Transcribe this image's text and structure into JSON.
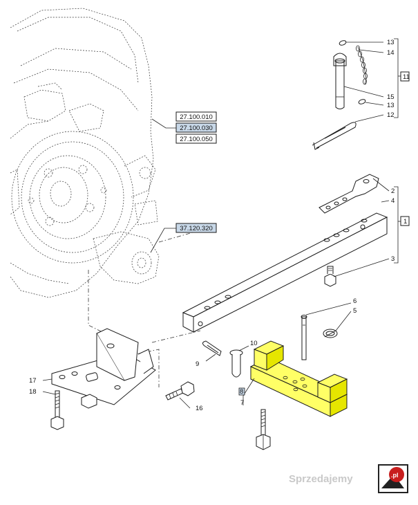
{
  "references": {
    "group_a": [
      "27.100.010",
      "27.100.030",
      "27.100.050"
    ],
    "highlighted_index": 1,
    "single": "37.120.320"
  },
  "callouts": {
    "c13a": "13",
    "c14": "14",
    "c15": "15",
    "c13b": "13",
    "c12": "12",
    "bracket_pin_group": "11",
    "c2": "2",
    "c4": "4",
    "c3": "3",
    "bracket_drawbar_group": "1",
    "c6": "6",
    "c5": "5",
    "c10": "10",
    "c9": "9",
    "c8": "8",
    "c7": "7",
    "c17": "17",
    "c18": "18",
    "c16": "16"
  },
  "watermark": {
    "text": "Sprzedajemy",
    "badge": ".pl"
  },
  "colors": {
    "highlight_ref": "#c8d8e8",
    "part_yellow": "#ffff66",
    "part_yellow_dark": "#e6e600",
    "badge_red": "#c81e1e"
  }
}
